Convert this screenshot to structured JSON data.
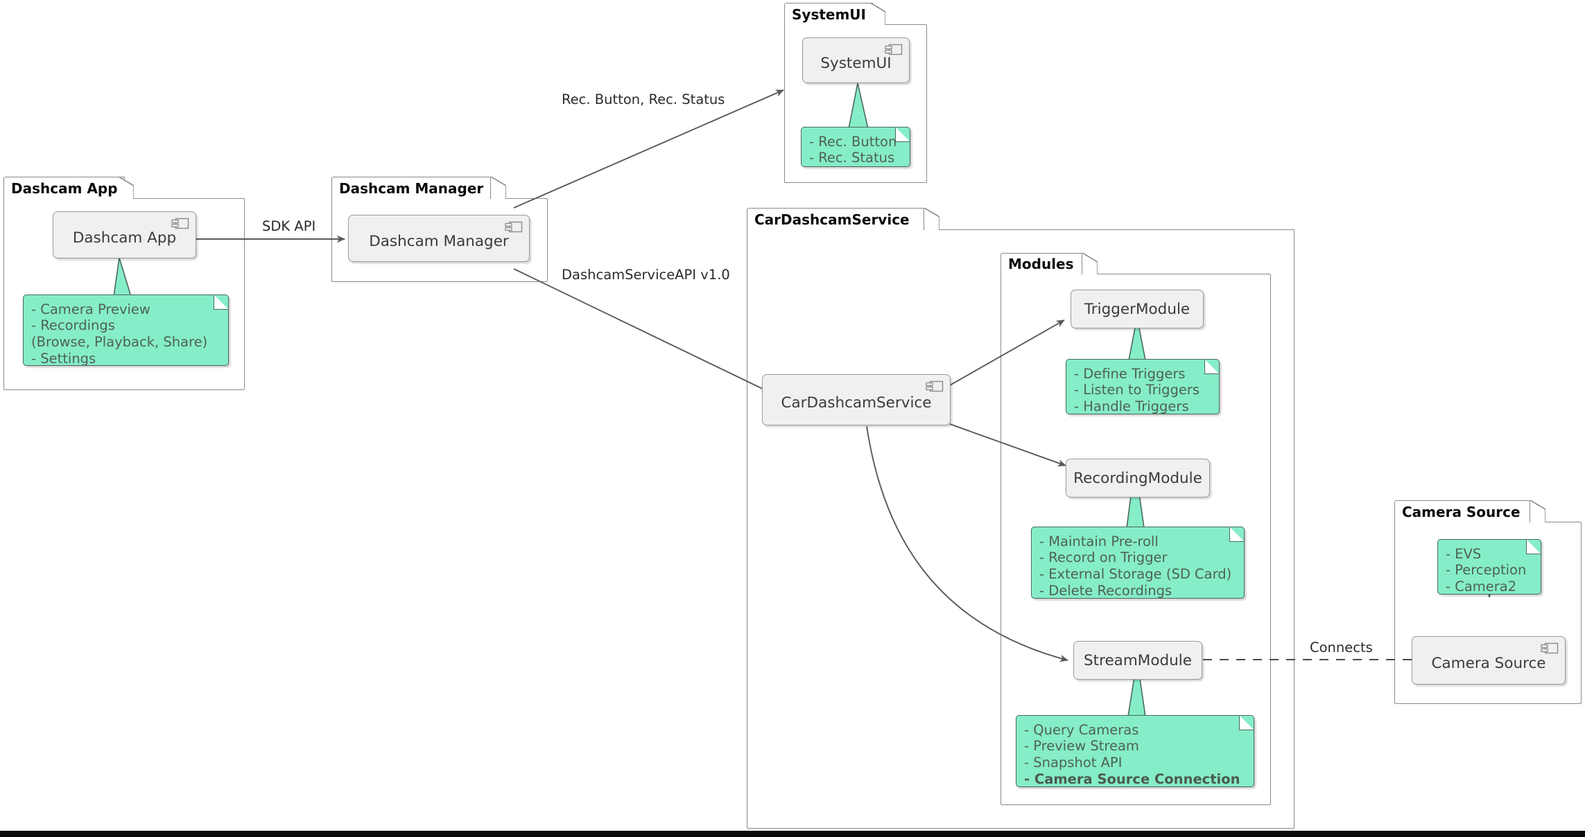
{
  "diagram": {
    "title": "Dashcam Architecture Component Diagram",
    "accent_green": "#85EDC7",
    "component_fill": "#F0F0F0",
    "border_gray": "#8a8a8a"
  },
  "packages": {
    "dashcam_app": {
      "label": "Dashcam App"
    },
    "dashcam_manager": {
      "label": "Dashcam Manager"
    },
    "system_ui": {
      "label": "SystemUI"
    },
    "car_dashcam_service": {
      "label": "CarDashcamService"
    },
    "modules": {
      "label": "Modules"
    },
    "camera_source": {
      "label": "Camera Source"
    }
  },
  "components": {
    "dashcam_app": {
      "label": "Dashcam App",
      "icon": "uml-component-icon"
    },
    "dashcam_manager": {
      "label": "Dashcam Manager",
      "icon": "uml-component-icon"
    },
    "system_ui": {
      "label": "SystemUI",
      "icon": "uml-component-icon"
    },
    "car_dashcam_service": {
      "label": "CarDashcamService",
      "icon": "uml-component-icon"
    },
    "trigger_module": {
      "label": "TriggerModule",
      "icon": "none"
    },
    "recording_module": {
      "label": "RecordingModule",
      "icon": "none"
    },
    "stream_module": {
      "label": "StreamModule",
      "icon": "none"
    },
    "camera_source": {
      "label": "Camera Source",
      "icon": "uml-component-icon"
    }
  },
  "notes": {
    "dashcam_app": {
      "lines": [
        {
          "text": "- Camera Preview",
          "bold": false
        },
        {
          "text": "- Recordings",
          "bold": false
        },
        {
          "text": "  (Browse, Playback, Share)",
          "bold": false
        },
        {
          "text": "- Settings",
          "bold": false
        }
      ]
    },
    "system_ui": {
      "lines": [
        {
          "text": "- Rec. Button",
          "bold": false
        },
        {
          "text": "- Rec. Status",
          "bold": false
        }
      ]
    },
    "trigger_module": {
      "lines": [
        {
          "text": "- Define Triggers",
          "bold": false
        },
        {
          "text": "- Listen to Triggers",
          "bold": false
        },
        {
          "text": "- Handle Triggers",
          "bold": false
        }
      ]
    },
    "recording_module": {
      "lines": [
        {
          "text": "- Maintain Pre-roll",
          "bold": false
        },
        {
          "text": "- Record on Trigger",
          "bold": false
        },
        {
          "text": "- External Storage (SD Card)",
          "bold": false
        },
        {
          "text": "- Delete Recordings",
          "bold": false
        }
      ]
    },
    "stream_module": {
      "lines": [
        {
          "text": "- Query Cameras",
          "bold": false
        },
        {
          "text": "- Preview Stream",
          "bold": false
        },
        {
          "text": "- Snapshot API",
          "bold": false
        },
        {
          "text": "- Camera Source Connection",
          "bold": true
        }
      ]
    },
    "camera_source": {
      "lines": [
        {
          "text": "- EVS",
          "bold": false
        },
        {
          "text": "- Perception",
          "bold": false
        },
        {
          "text": "- Camera2",
          "bold": false
        }
      ]
    }
  },
  "edges": {
    "sdk_api": {
      "label": "SDK API"
    },
    "rec_button_status": {
      "label": "Rec. Button, Rec. Status"
    },
    "dashcam_service_api": {
      "label": "DashcamServiceAPI v1.0"
    },
    "connects": {
      "label": "Connects"
    }
  }
}
